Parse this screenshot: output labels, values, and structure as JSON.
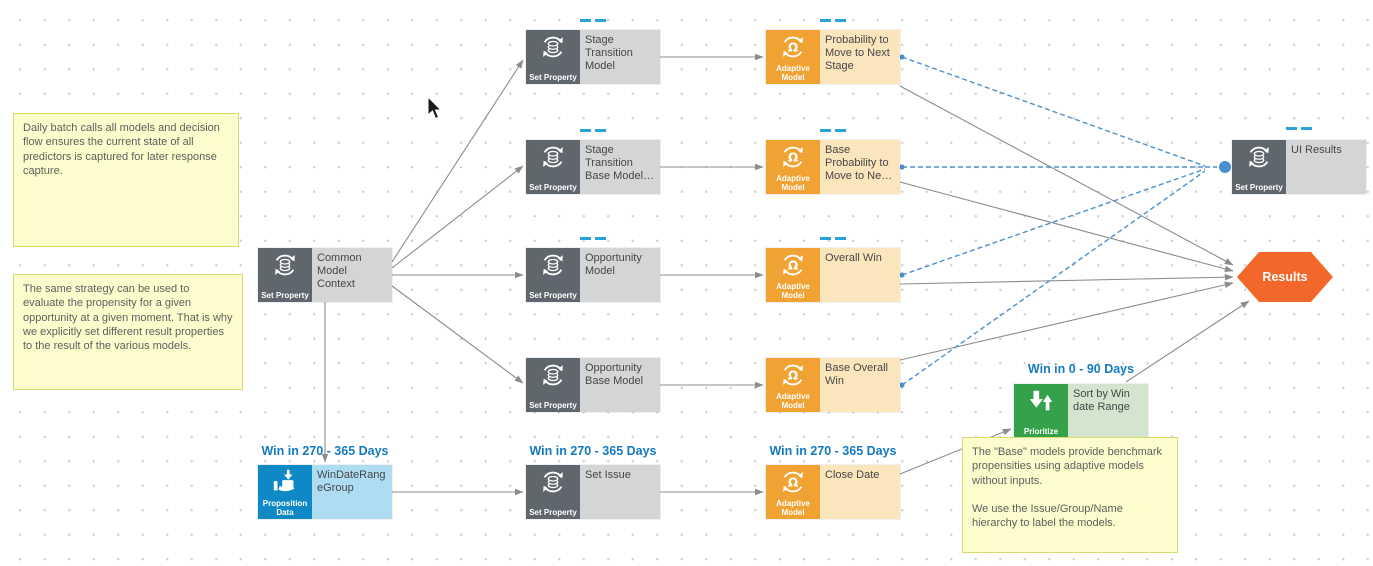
{
  "colors": {
    "set_property_dark": "#5f666d",
    "set_property_light": "#d3d5d7",
    "adaptive_dark": "#f0a232",
    "adaptive_light": "#fbe5bd",
    "proposition_dark": "#0f89c5",
    "proposition_light": "#aedcf2",
    "prioritize_dark": "#36a14b",
    "prioritize_light": "#d3e5cf",
    "results_orange": "#f3682a",
    "note_bg": "#fcfccd",
    "note_border": "#d9d96f",
    "link_label_blue": "#147ac1",
    "dashed_blue": "#4a90d0",
    "marker_blue": "#29a3dc",
    "connector_gray": "#8c8c8c"
  },
  "diagram": {
    "notes": [
      {
        "text": "Daily batch calls all models and decision flow ensures the current state of all predictors is captured for later response capture."
      },
      {
        "text": "The same strategy can be used to evaluate the propensity for a given opportunity at a given moment. That is why we explicitly set different result properties to the result of the various models."
      },
      {
        "text": "The \"Base\" models provide benchmark propensities using adaptive models without inputs.\n\nWe use the Issue/Group/Name hierarchy to label the models."
      }
    ],
    "nodes": [
      {
        "badge": "Set Property",
        "title": "Common Model Context"
      },
      {
        "badge": "Set Property",
        "title": "Stage Transition Model"
      },
      {
        "badge": "Set Property",
        "title": "Stage Transition Base Model…"
      },
      {
        "badge": "Set Property",
        "title": "Opportunity Model"
      },
      {
        "badge": "Set Property",
        "title": "Opportunity Base Model"
      },
      {
        "badge": "Adaptive Model",
        "title": "Probability to Move to Next Stage"
      },
      {
        "badge": "Adaptive Model",
        "title": "Base Probability to Move to Ne…"
      },
      {
        "badge": "Adaptive Model",
        "title": "Overall Win"
      },
      {
        "badge": "Adaptive Model",
        "title": "Base Overall Win"
      },
      {
        "badge": "Adaptive Model",
        "title": "Close Date"
      },
      {
        "badge": "Set Property",
        "title": "Set Issue"
      },
      {
        "badge": "Proposition Data",
        "title": "WinDateRangeGroup"
      },
      {
        "badge": "Set Property",
        "title": "UI Results"
      },
      {
        "badge": "Prioritize",
        "title": "Sort by Win date Range"
      }
    ],
    "flow_labels": [
      {
        "text": "Win in 270 - 365 Days"
      },
      {
        "text": "Win in 270 - 365 Days"
      },
      {
        "text": "Win in 270 - 365 Days"
      },
      {
        "text": "Win in 0 - 90 Days"
      }
    ],
    "results": {
      "label": "Results"
    }
  }
}
